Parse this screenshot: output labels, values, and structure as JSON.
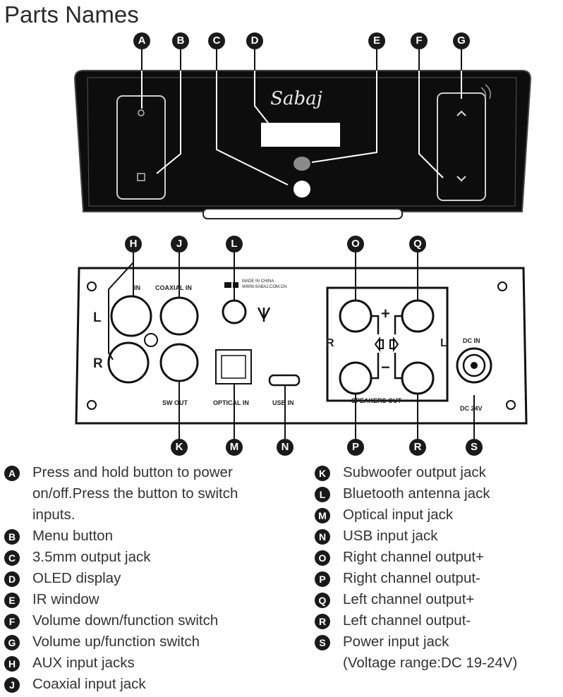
{
  "title": "Parts Names",
  "front": {
    "brand": "Sabaj",
    "callouts_top": [
      "A",
      "B",
      "C",
      "D",
      "E",
      "F",
      "G"
    ]
  },
  "back": {
    "callouts_top": [
      "H",
      "J",
      "L",
      "O",
      "Q"
    ],
    "callouts_bottom": [
      "K",
      "M",
      "N",
      "P",
      "R",
      "S"
    ],
    "labels": {
      "aux_in": "IN",
      "coaxial_in": "COAXIAL IN",
      "sw_out": "SW OUT",
      "optical_in": "OPTICAL IN",
      "usb_in": "USB IN",
      "speakers_out": "SPEAKERS OUT",
      "dc_in": "DC IN",
      "dc_volt": "DC 24V",
      "made_in": "MADE IN CHINA",
      "website": "WWW.SABAJ.COM.CN",
      "left_l": "L",
      "left_r": "R",
      "spk_r": "R",
      "spk_l": "L",
      "plus": "+",
      "minus": "−"
    }
  },
  "legend_left": [
    {
      "key": "A",
      "text": [
        "Press and hold button to power",
        "on/off.Press the button to switch",
        "inputs."
      ]
    },
    {
      "key": "B",
      "text": [
        "Menu button"
      ]
    },
    {
      "key": "C",
      "text": [
        "3.5mm output jack"
      ]
    },
    {
      "key": "D",
      "text": [
        "OLED display"
      ]
    },
    {
      "key": "E",
      "text": [
        "IR window"
      ]
    },
    {
      "key": "F",
      "text": [
        "Volume down/function switch"
      ]
    },
    {
      "key": "G",
      "text": [
        "Volume up/function switch"
      ]
    },
    {
      "key": "H",
      "text": [
        "AUX input jacks"
      ]
    },
    {
      "key": "J",
      "text": [
        "Coaxial input jack"
      ]
    }
  ],
  "legend_right": [
    {
      "key": "K",
      "text": [
        "Subwoofer output jack"
      ]
    },
    {
      "key": "L",
      "text": [
        "Bluetooth antenna jack"
      ]
    },
    {
      "key": "M",
      "text": [
        "Optical input jack"
      ]
    },
    {
      "key": "N",
      "text": [
        "USB input jack"
      ]
    },
    {
      "key": "O",
      "text": [
        "Right channel output+"
      ]
    },
    {
      "key": "P",
      "text": [
        "Right channel output-"
      ]
    },
    {
      "key": "Q",
      "text": [
        "Left channel output+"
      ]
    },
    {
      "key": "R",
      "text": [
        "Left channel output-"
      ]
    },
    {
      "key": "S",
      "text": [
        "Power input jack",
        "(Voltage range:DC 19-24V)"
      ]
    }
  ]
}
